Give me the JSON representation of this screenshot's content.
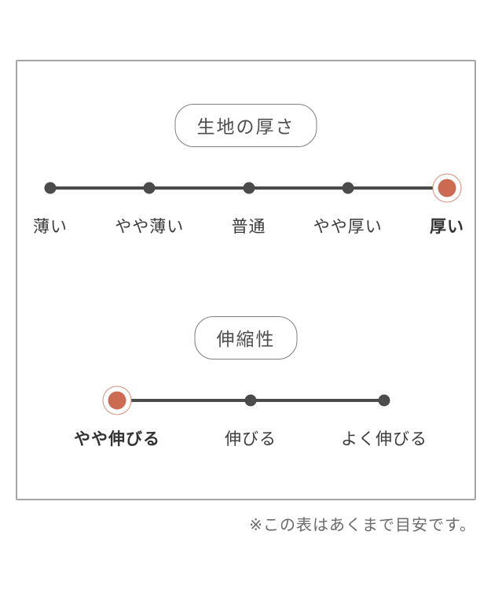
{
  "footer_note": "※この表はあくまで目安です。",
  "colors": {
    "accent_selected_dot": "#cc6a52",
    "dot_and_line": "#4b4b4b",
    "box_border": "#a6a6a6",
    "pill_border": "#7f7f7f",
    "label_text": "#3a3a3a",
    "note_text": "#6b6b6b"
  },
  "chart_data": [
    {
      "type": "rating-scale",
      "title": "生地の厚さ",
      "categories": [
        "薄い",
        "やや薄い",
        "普通",
        "やや厚い",
        "厚い"
      ],
      "selected_index": 4,
      "selected_label": "厚い",
      "num_steps": 5,
      "legend_position": "none",
      "grid": false
    },
    {
      "type": "rating-scale",
      "title": "伸縮性",
      "categories": [
        "やや伸びる",
        "伸びる",
        "よく伸びる"
      ],
      "selected_index": 0,
      "selected_label": "やや伸びる",
      "num_steps": 3,
      "legend_position": "none",
      "grid": false
    }
  ]
}
